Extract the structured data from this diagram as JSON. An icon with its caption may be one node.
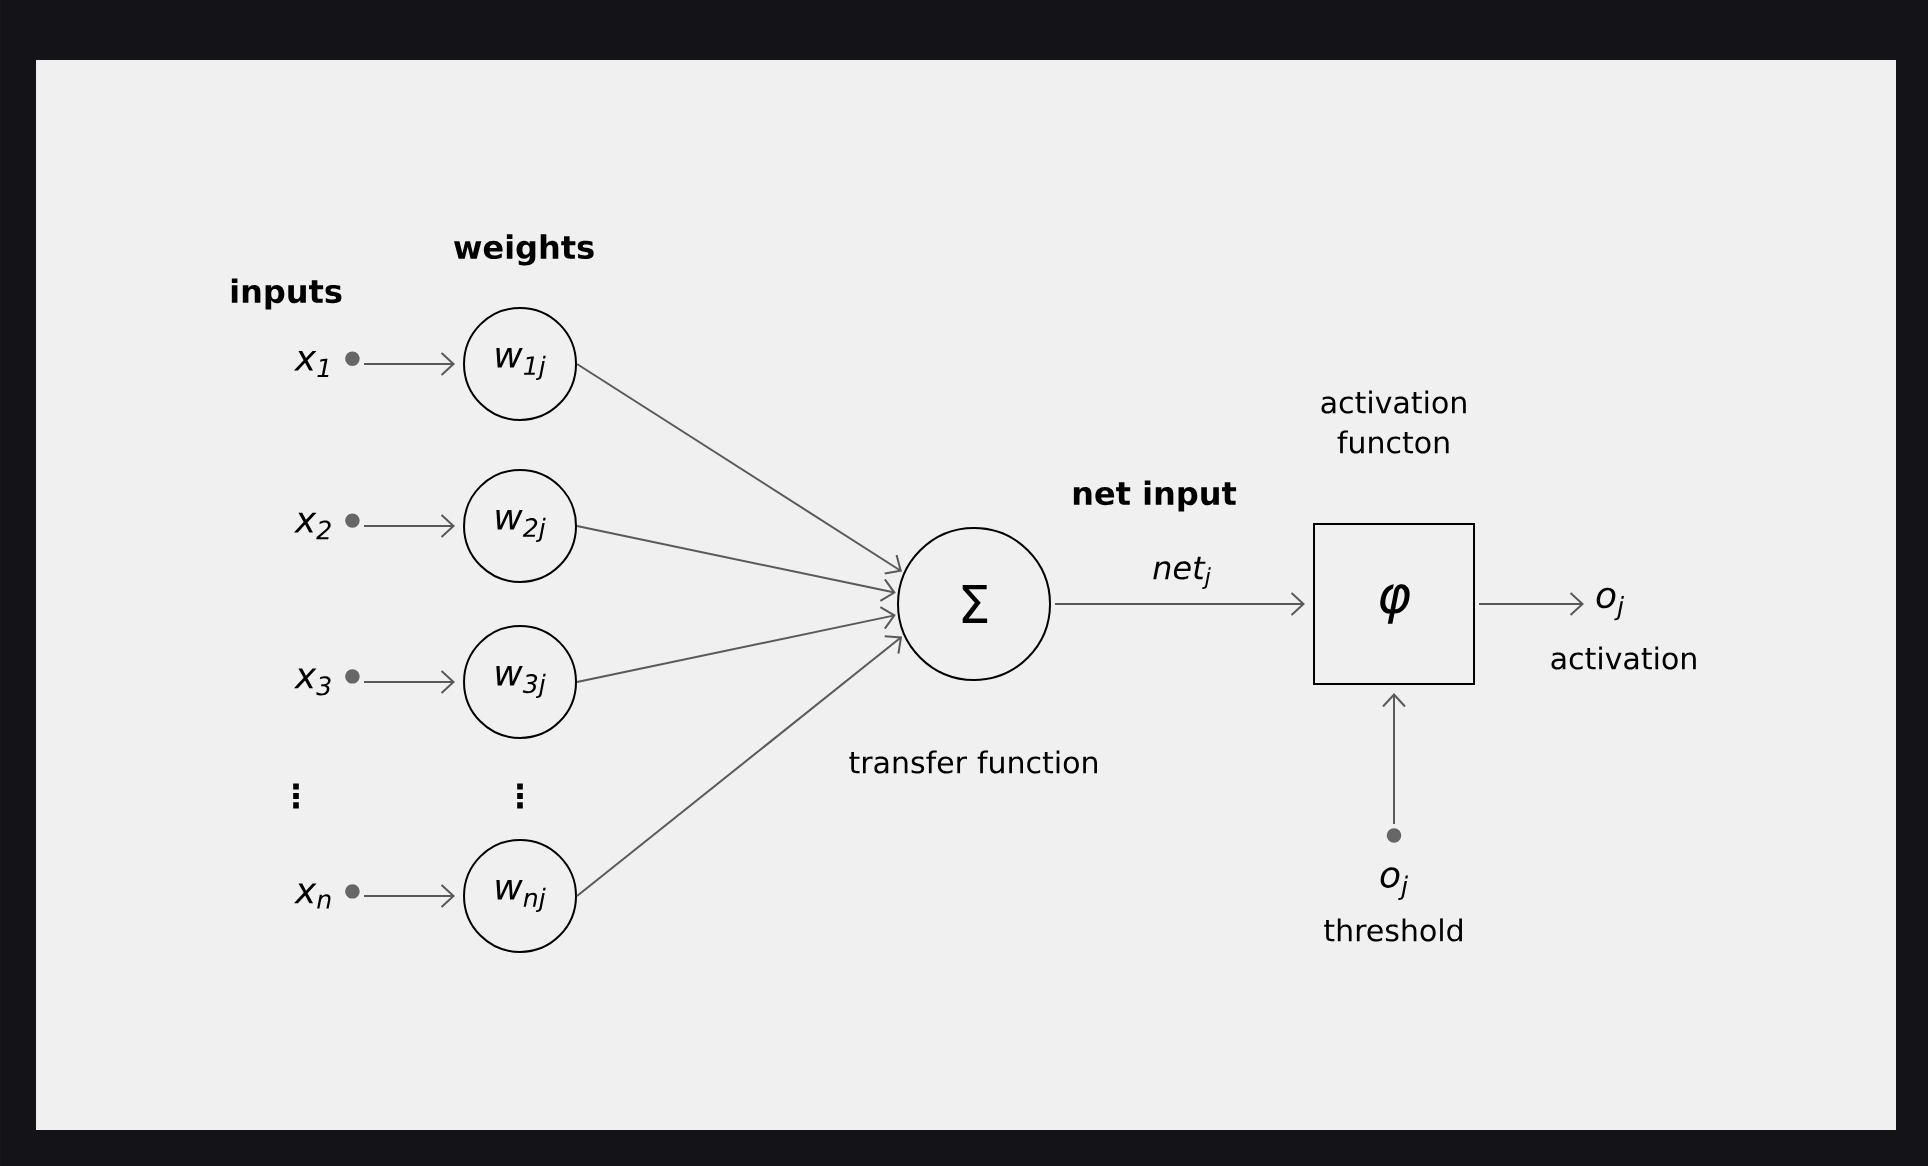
{
  "diagram": {
    "nodes": [
      {
        "text": [
          "x$_{1}$"
        ]
      },
      {
        "text": [
          "x$_{2}$"
        ]
      },
      {
        "text": [
          "x$_{3}$"
        ]
      },
      {
        "text": [
          "x$_{n}$"
        ]
      },
      {
        "text": [
          "w$_{1j}$"
        ]
      },
      {
        "text": [
          "w$_{2j}$"
        ]
      },
      {
        "text": [
          "w$_{3j}$"
        ]
      },
      {
        "text": [
          "w$_{nj}$"
        ]
      },
      {
        "text": [
          "Σ"
        ],
        "beside": [
          "transfer function"
        ]
      },
      {
        "text": [
          "φ"
        ],
        "beside": [
          "activation functon"
        ]
      },
      {
        "text": [
          "o$_{j}$"
        ],
        "beside": [
          "activation"
        ]
      },
      {
        "text": [
          "o$_{j}$"
        ],
        "beside": [
          "threshold"
        ]
      }
    ],
    "edges": [
      {
        "from": 0,
        "to": 4,
        "arrow": "to"
      },
      {
        "from": 1,
        "to": 5,
        "arrow": "to"
      },
      {
        "from": 2,
        "to": 6,
        "arrow": "to"
      },
      {
        "from": 3,
        "to": 7,
        "arrow": "to"
      },
      {
        "from": 4,
        "to": 8,
        "arrow": "to"
      },
      {
        "from": 5,
        "to": 8,
        "arrow": "to"
      },
      {
        "from": 6,
        "to": 8,
        "arrow": "to"
      },
      {
        "from": 7,
        "to": 8,
        "arrow": "to"
      },
      {
        "from": 8,
        "to": 9,
        "arrow": "to",
        "label": "net$_{j}$"
      },
      {
        "from": 9,
        "to": 10,
        "arrow": "to"
      },
      {
        "from": 11,
        "to": 9,
        "arrow": "to"
      }
    ],
    "labels": [
      "inputs",
      "weights",
      "net input",
      "⋮",
      "⋮"
    ]
  }
}
